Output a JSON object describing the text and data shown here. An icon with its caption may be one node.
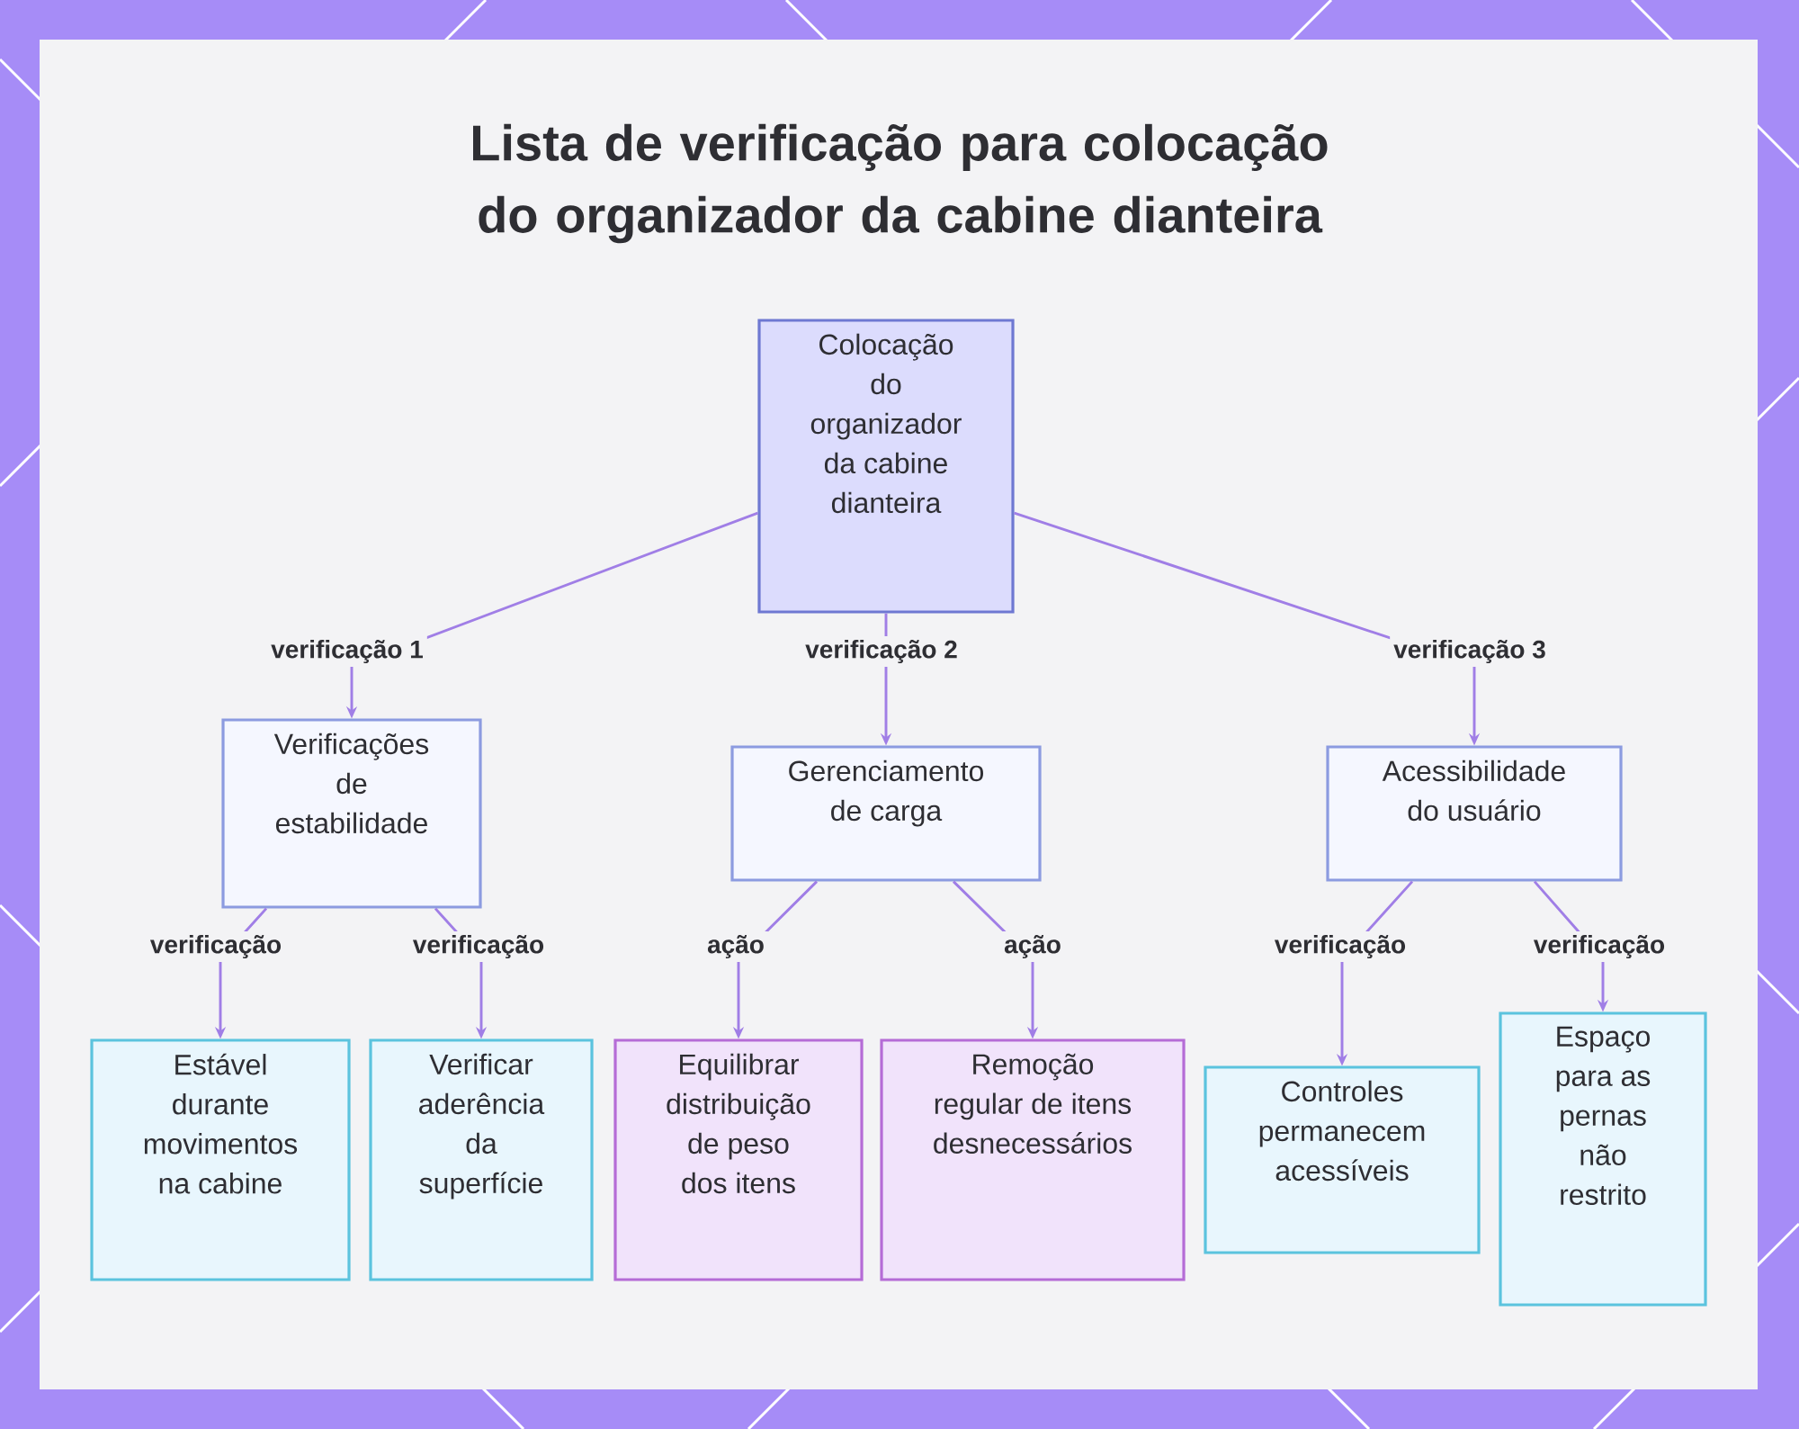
{
  "diagram": {
    "title": "Lista de verificação para colocação do organizador da cabine dianteira",
    "nodes": [
      {
        "text": [
          "Colocação do organizador da cabine dianteira"
        ]
      },
      {
        "text": [
          "Verificações de estabilidade"
        ]
      },
      {
        "text": [
          "Gerenciamento de carga"
        ]
      },
      {
        "text": [
          "Acessibilidade do usuário"
        ]
      },
      {
        "text": [
          "Estável durante movimentos na cabine"
        ]
      },
      {
        "text": [
          "Verificar aderência da superfície"
        ]
      },
      {
        "text": [
          "Equilibrar distribuição de peso dos itens"
        ]
      },
      {
        "text": [
          "Remoção regular de itens desnecessários"
        ]
      },
      {
        "text": [
          "Controles permanecem acessíveis"
        ]
      },
      {
        "text": [
          "Espaço para as pernas não restrito"
        ]
      }
    ],
    "edges": [
      {
        "from": 0,
        "to": 1,
        "arrow": "to",
        "label": "verificação 1"
      },
      {
        "from": 0,
        "to": 2,
        "arrow": "to",
        "label": "verificação 2"
      },
      {
        "from": 0,
        "to": 3,
        "arrow": "to",
        "label": "verificação 3"
      },
      {
        "from": 1,
        "to": 4,
        "arrow": "to",
        "label": "verificação"
      },
      {
        "from": 1,
        "to": 5,
        "arrow": "to",
        "label": "verificação"
      },
      {
        "from": 2,
        "to": 6,
        "arrow": "to",
        "label": "ação"
      },
      {
        "from": 2,
        "to": 7,
        "arrow": "to",
        "label": "ação"
      },
      {
        "from": 3,
        "to": 8,
        "arrow": "to",
        "label": "verificação"
      },
      {
        "from": 3,
        "to": 9,
        "arrow": "to",
        "label": "verificação"
      }
    ]
  }
}
